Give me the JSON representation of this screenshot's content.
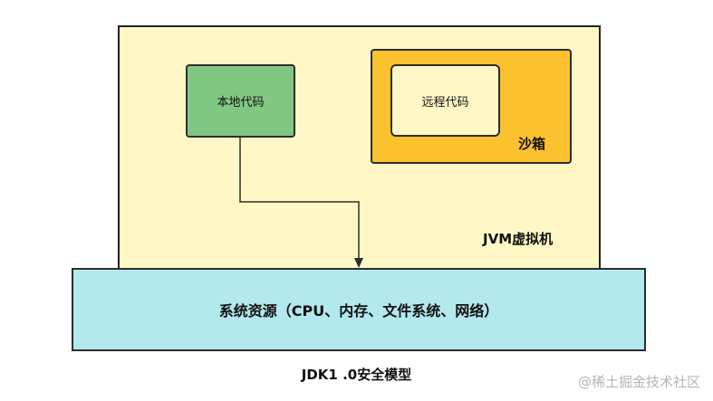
{
  "diagram": {
    "jvm_label": "JVM虚拟机",
    "local_code": "本地代码",
    "sandbox_label": "沙箱",
    "remote_code": "远程代码",
    "system_resources": "系统资源（CPU、内存、文件系统、网络）",
    "caption": "JDK1 .0安全模型"
  },
  "watermark": "@稀土掘金技术社区",
  "colors": {
    "jvm_fill": "#fff8c6",
    "local_fill": "#80c783",
    "sandbox_fill": "#fbc12e",
    "remote_fill": "#fff8c6",
    "system_fill": "#b2e8ee"
  }
}
